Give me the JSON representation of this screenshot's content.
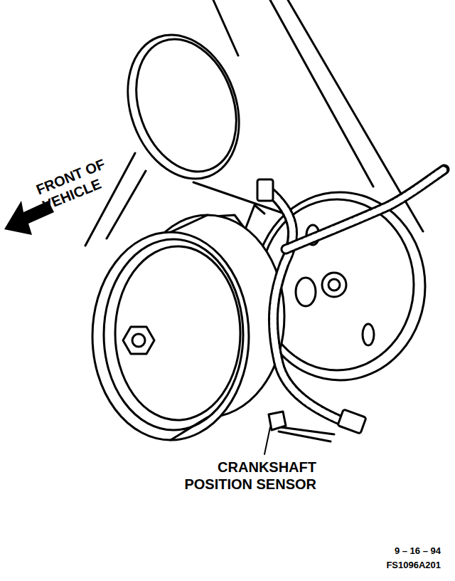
{
  "diagram": {
    "labels": [
      "FRONT OF VEHICLE",
      "CRANKSHAFT POSITION SENSOR",
      "9 – 16 – 94",
      "FS1096A201"
    ]
  }
}
